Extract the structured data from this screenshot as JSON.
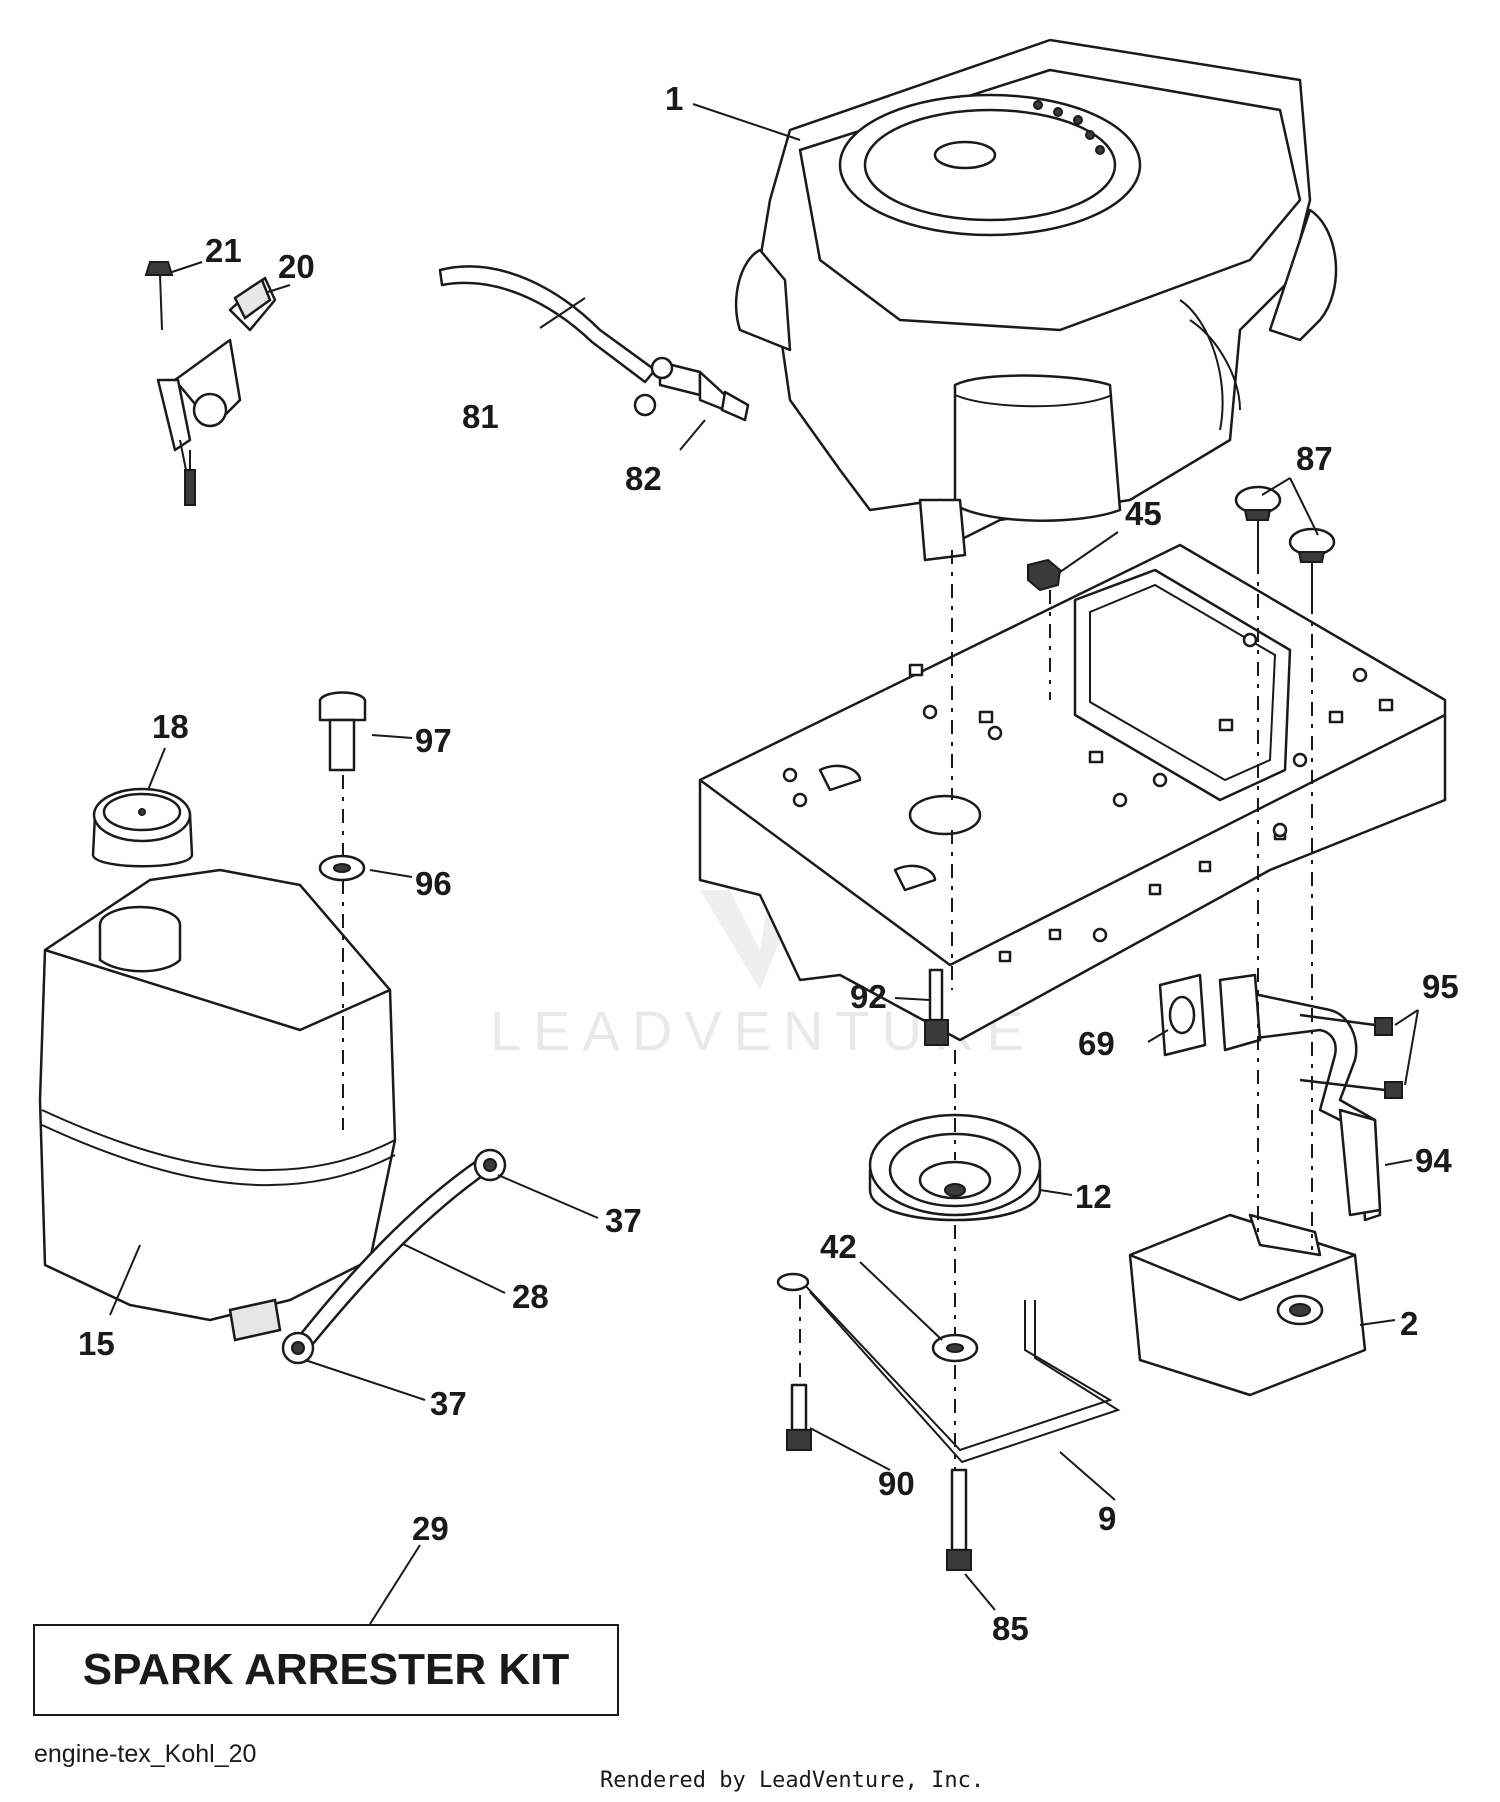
{
  "title": "",
  "kit_label": "SPARK ARRESTER KIT",
  "diagram_code": "engine-tex_Kohl_20",
  "render_credit": "Rendered by LeadVenture, Inc.",
  "watermark": "LEADVENTURE",
  "colors": {
    "ink": "#1a1a1a",
    "background": "#ffffff",
    "watermark": "#d8d8d8"
  },
  "callouts": [
    {
      "id": "c1",
      "label": "1"
    },
    {
      "id": "c21",
      "label": "21"
    },
    {
      "id": "c20",
      "label": "20"
    },
    {
      "id": "c81",
      "label": "81"
    },
    {
      "id": "c82",
      "label": "82"
    },
    {
      "id": "c87",
      "label": "87"
    },
    {
      "id": "c45",
      "label": "45"
    },
    {
      "id": "c18",
      "label": "18"
    },
    {
      "id": "c97",
      "label": "97"
    },
    {
      "id": "c96",
      "label": "96"
    },
    {
      "id": "c92",
      "label": "92"
    },
    {
      "id": "c95",
      "label": "95"
    },
    {
      "id": "c69",
      "label": "69"
    },
    {
      "id": "c94",
      "label": "94"
    },
    {
      "id": "c12",
      "label": "12"
    },
    {
      "id": "c37a",
      "label": "37"
    },
    {
      "id": "c28",
      "label": "28"
    },
    {
      "id": "c15",
      "label": "15"
    },
    {
      "id": "c42",
      "label": "42"
    },
    {
      "id": "c2",
      "label": "2"
    },
    {
      "id": "c37b",
      "label": "37"
    },
    {
      "id": "c90",
      "label": "90"
    },
    {
      "id": "c9",
      "label": "9"
    },
    {
      "id": "c29",
      "label": "29"
    },
    {
      "id": "c85",
      "label": "85"
    }
  ]
}
